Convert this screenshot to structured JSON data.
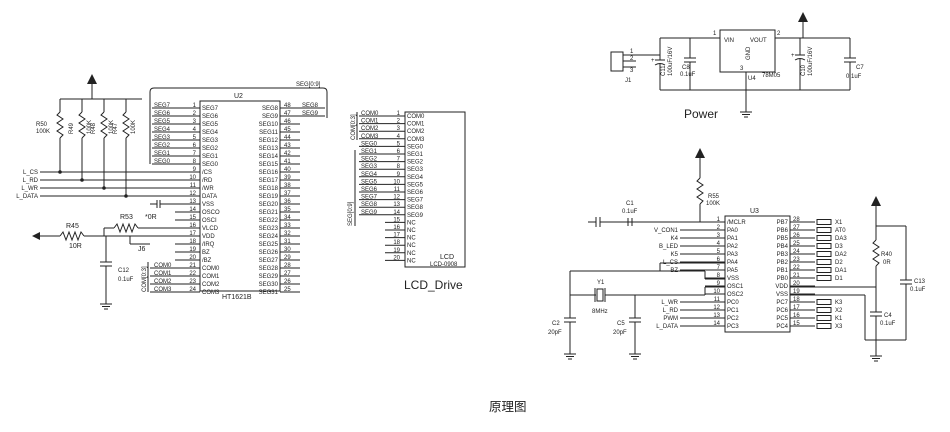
{
  "left_pull_resistors": [
    {
      "ref": "R50",
      "value": "100K"
    },
    {
      "ref": "R49",
      "value": "100K"
    },
    {
      "ref": "R48",
      "value": "100K"
    },
    {
      "ref": "R47",
      "value": "100K"
    }
  ],
  "left_control_signals": [
    "L_CS",
    "L_RD",
    "L_WR",
    "L_DATA"
  ],
  "r45": {
    "ref": "R45",
    "value": "10R"
  },
  "r53": {
    "ref": "R53",
    "value": "*0R"
  },
  "j6": "J6",
  "c12": {
    "ref": "C12",
    "value": "0.1uF"
  },
  "u2": {
    "ref": "U2",
    "part": "HT1621B",
    "bus_label": "SEG[0:9]",
    "left_nets": [
      "SEG7",
      "SEG6",
      "SEG5",
      "SEG4",
      "SEG3",
      "SEG2",
      "SEG1",
      "SEG0"
    ],
    "left_pins": [
      {
        "n": "1",
        "name": "SEG7"
      },
      {
        "n": "2",
        "name": "SEG6"
      },
      {
        "n": "3",
        "name": "SEG5"
      },
      {
        "n": "4",
        "name": "SEG4"
      },
      {
        "n": "5",
        "name": "SEG3"
      },
      {
        "n": "6",
        "name": "SEG2"
      },
      {
        "n": "7",
        "name": "SEG1"
      },
      {
        "n": "8",
        "name": "SEG0"
      },
      {
        "n": "9",
        "name": "/CS"
      },
      {
        "n": "10",
        "name": "/RD"
      },
      {
        "n": "11",
        "name": "/WR"
      },
      {
        "n": "12",
        "name": "DATA"
      },
      {
        "n": "13",
        "name": "VSS"
      },
      {
        "n": "14",
        "name": "OSCO"
      },
      {
        "n": "15",
        "name": "OSCI"
      },
      {
        "n": "16",
        "name": "VLCD"
      },
      {
        "n": "17",
        "name": "VDD"
      },
      {
        "n": "18",
        "name": "/IRQ"
      },
      {
        "n": "19",
        "name": "BZ"
      },
      {
        "n": "20",
        "name": "/BZ"
      },
      {
        "n": "21",
        "name": "COM0"
      },
      {
        "n": "22",
        "name": "COM1"
      },
      {
        "n": "23",
        "name": "COM2"
      },
      {
        "n": "24",
        "name": "COM3"
      }
    ],
    "right_pins": [
      {
        "n": "48",
        "name": "SEG8"
      },
      {
        "n": "47",
        "name": "SEG9"
      },
      {
        "n": "46",
        "name": "SEG10"
      },
      {
        "n": "45",
        "name": "SEG11"
      },
      {
        "n": "44",
        "name": "SEG12"
      },
      {
        "n": "43",
        "name": "SEG13"
      },
      {
        "n": "42",
        "name": "SEG14"
      },
      {
        "n": "41",
        "name": "SEG15"
      },
      {
        "n": "40",
        "name": "SEG16"
      },
      {
        "n": "39",
        "name": "SEG17"
      },
      {
        "n": "38",
        "name": "SEG18"
      },
      {
        "n": "37",
        "name": "SEG19"
      },
      {
        "n": "36",
        "name": "SEG20"
      },
      {
        "n": "35",
        "name": "SEG21"
      },
      {
        "n": "34",
        "name": "SEG22"
      },
      {
        "n": "33",
        "name": "SEG23"
      },
      {
        "n": "32",
        "name": "SEG24"
      },
      {
        "n": "31",
        "name": "SEG25"
      },
      {
        "n": "30",
        "name": "SEG26"
      },
      {
        "n": "29",
        "name": "SEG27"
      },
      {
        "n": "28",
        "name": "SEG28"
      },
      {
        "n": "27",
        "name": "SEG29"
      },
      {
        "n": "26",
        "name": "SEG30"
      },
      {
        "n": "25",
        "name": "SEG31"
      }
    ],
    "right_nets": [
      "SEG8",
      "SEG9"
    ],
    "com_nets": [
      "COM0",
      "COM1",
      "COM2",
      "COM3"
    ],
    "com_bus": "COM[0:3]"
  },
  "lcd": {
    "title": "LCD_Drive",
    "ref": "LCD",
    "part": "LCD-0908",
    "com_bus": "COM[0:3]",
    "seg_bus": "SEG[0:9]",
    "nets": [
      "COM0",
      "COM1",
      "COM2",
      "COM3",
      "SEG0",
      "SEG1",
      "SEG2",
      "SEG3",
      "SEG4",
      "SEG5",
      "SEG6",
      "SEG7",
      "SEG8",
      "SEG9"
    ],
    "pins": [
      {
        "n": "1",
        "name": "COM0"
      },
      {
        "n": "2",
        "name": "COM1"
      },
      {
        "n": "3",
        "name": "COM2"
      },
      {
        "n": "4",
        "name": "COM3"
      },
      {
        "n": "5",
        "name": "SEG0"
      },
      {
        "n": "6",
        "name": "SEG1"
      },
      {
        "n": "7",
        "name": "SEG2"
      },
      {
        "n": "8",
        "name": "SEG3"
      },
      {
        "n": "9",
        "name": "SEG4"
      },
      {
        "n": "10",
        "name": "SEG5"
      },
      {
        "n": "11",
        "name": "SEG6"
      },
      {
        "n": "12",
        "name": "SEG7"
      },
      {
        "n": "13",
        "name": "SEG8"
      },
      {
        "n": "14",
        "name": "SEG9"
      },
      {
        "n": "15",
        "name": "NC"
      },
      {
        "n": "16",
        "name": "NC"
      },
      {
        "n": "17",
        "name": "NC"
      },
      {
        "n": "18",
        "name": "NC"
      },
      {
        "n": "19",
        "name": "NC"
      },
      {
        "n": "20",
        "name": "NC"
      }
    ]
  },
  "power": {
    "title": "Power",
    "j1": "J1",
    "j1_pins": [
      "1",
      "2",
      "3"
    ],
    "c11": {
      "ref": "C11",
      "value": "100uF/16V"
    },
    "c8": {
      "ref": "C8",
      "value": "0.1uF"
    },
    "u4": {
      "ref": "U4",
      "part": "78M05",
      "vin": "VIN",
      "vout": "VOUT",
      "gnd": "GND",
      "pins": [
        "1",
        "2",
        "3"
      ]
    },
    "c10": {
      "ref": "C10",
      "value": "100uF/16V"
    },
    "c7": {
      "ref": "C7",
      "value": "0.1uF"
    }
  },
  "mcu": {
    "ref": "U3",
    "r55": {
      "ref": "R55",
      "value": "100K"
    },
    "c1": {
      "ref": "C1",
      "value": "0.1uF"
    },
    "left_nets": [
      "V_CON1",
      "K4",
      "B_LED",
      "K5",
      "L_CS",
      "BZ"
    ],
    "left_nets2": [
      "L_WR",
      "L_RD",
      "PWM",
      "L_DATA"
    ],
    "left_pins": [
      {
        "n": "1",
        "name": "/MCLR"
      },
      {
        "n": "2",
        "name": "PA0"
      },
      {
        "n": "3",
        "name": "PA1"
      },
      {
        "n": "4",
        "name": "PA2"
      },
      {
        "n": "5",
        "name": "PA3"
      },
      {
        "n": "6",
        "name": "PA4"
      },
      {
        "n": "7",
        "name": "PA5"
      },
      {
        "n": "8",
        "name": "VSS"
      },
      {
        "n": "9",
        "name": "OSC1"
      },
      {
        "n": "10",
        "name": "OSC2"
      },
      {
        "n": "11",
        "name": "PC0"
      },
      {
        "n": "12",
        "name": "PC1"
      },
      {
        "n": "13",
        "name": "PC2"
      },
      {
        "n": "14",
        "name": "PC3"
      }
    ],
    "right_pins": [
      {
        "n": "28",
        "name": "PB7"
      },
      {
        "n": "27",
        "name": "PB6"
      },
      {
        "n": "26",
        "name": "PB5"
      },
      {
        "n": "25",
        "name": "PB4"
      },
      {
        "n": "24",
        "name": "PB3"
      },
      {
        "n": "23",
        "name": "PB2"
      },
      {
        "n": "22",
        "name": "PB1"
      },
      {
        "n": "21",
        "name": "PB0"
      },
      {
        "n": "20",
        "name": "VDD"
      },
      {
        "n": "19",
        "name": "VSS"
      },
      {
        "n": "18",
        "name": "PC7"
      },
      {
        "n": "17",
        "name": "PC6"
      },
      {
        "n": "16",
        "name": "PC5"
      },
      {
        "n": "15",
        "name": "PC4"
      }
    ],
    "right_nets": [
      "X1",
      "AT0",
      "DA3",
      "D3",
      "DA2",
      "D2",
      "DA1",
      "D1"
    ],
    "right_nets2": [
      "K3",
      "X2",
      "K1",
      "X3"
    ],
    "y1": {
      "ref": "Y1",
      "value": "8MHz"
    },
    "c2": {
      "ref": "C2",
      "value": "20pF"
    },
    "c5": {
      "ref": "C5",
      "value": "20pF"
    },
    "r40": {
      "ref": "R40",
      "value": "0R"
    },
    "c13": {
      "ref": "C13",
      "value": "0.1uF"
    },
    "c4": {
      "ref": "C4",
      "value": "0.1uF"
    }
  },
  "caption": "原理图"
}
